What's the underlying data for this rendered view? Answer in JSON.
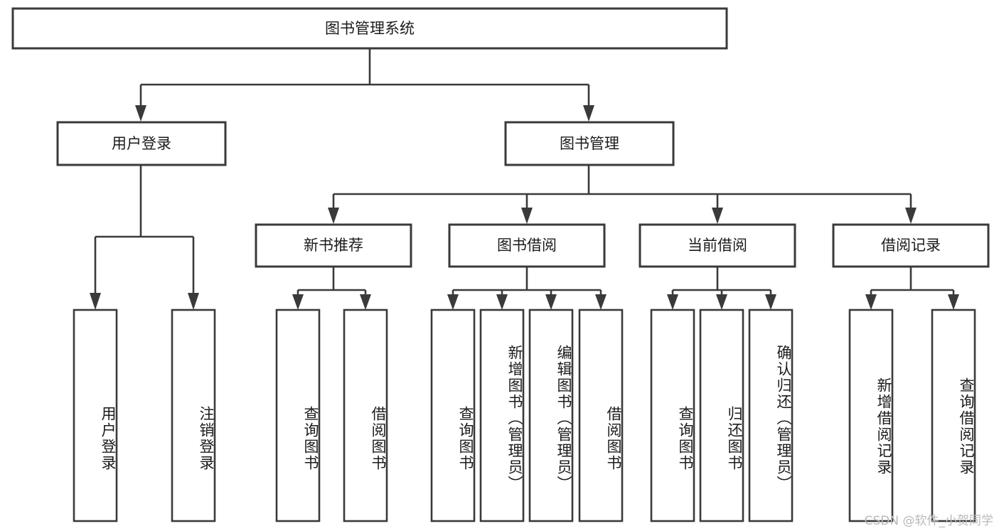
{
  "diagram": {
    "type": "tree-hierarchy",
    "title": "图书管理系统",
    "watermark": "CSDN @软件_小贺同学",
    "colors": {
      "stroke": "#3a3a3a",
      "fill": "#ffffff",
      "text": "#1b1b1b",
      "watermark": "#b9b9b9",
      "background": "#ffffff"
    },
    "root": {
      "label": "图书管理系统"
    },
    "level2": [
      {
        "label": "用户登录"
      },
      {
        "label": "图书管理"
      }
    ],
    "level3": [
      {
        "label": "新书推荐"
      },
      {
        "label": "图书借阅"
      },
      {
        "label": "当前借阅"
      },
      {
        "label": "借阅记录"
      }
    ],
    "leaves": {
      "user_login": [
        {
          "label": "用户登录"
        },
        {
          "label": "注销登录"
        }
      ],
      "new_book_recommend": [
        {
          "label": "查询图书"
        },
        {
          "label": "借阅图书"
        }
      ],
      "book_borrow": [
        {
          "label": "查询图书"
        },
        {
          "label": "新增图书（管理员）"
        },
        {
          "label": "编辑图书（管理员）"
        },
        {
          "label": "借阅图书"
        }
      ],
      "current_borrow": [
        {
          "label": "查询图书"
        },
        {
          "label": "归还图书"
        },
        {
          "label": "确认归还（管理员）"
        }
      ],
      "borrow_record": [
        {
          "label": "新增借阅记录"
        },
        {
          "label": "查询借阅记录"
        }
      ]
    }
  }
}
